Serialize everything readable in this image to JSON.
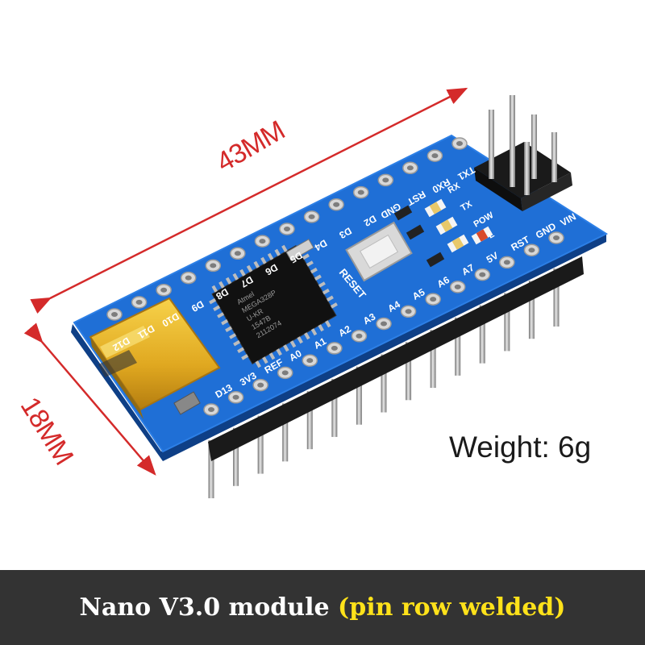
{
  "dimensions": {
    "length_label": "43MM",
    "width_label": "18MM",
    "arrow_color": "#d42a2a"
  },
  "weight_label": "Weight: 6g",
  "caption": {
    "main": "Nano V3.0 module",
    "highlight": "(pin row welded)",
    "bar_color": "#333333",
    "highlight_color": "#ffe21a"
  },
  "board": {
    "pcb_color": "#1f6fd6",
    "reset_label": "RESET",
    "chip_text": [
      "Atmel",
      "MEGA328P",
      "U-KR",
      "1547B",
      "2112074"
    ],
    "led_labels": [
      "RX",
      "TX",
      "POW",
      "L"
    ],
    "top_pin_labels": [
      "D13",
      "3V3",
      "REF",
      "A0",
      "A1",
      "A2",
      "A3",
      "A4",
      "A5",
      "A6",
      "A7",
      "5V",
      "RST",
      "GND",
      "VIN"
    ],
    "bottom_pin_labels": [
      "D12",
      "D11",
      "D10",
      "D9",
      "D8",
      "D7",
      "D6",
      "D5",
      "D4",
      "D3",
      "D2",
      "GND",
      "RST",
      "RX0",
      "TX1"
    ]
  }
}
